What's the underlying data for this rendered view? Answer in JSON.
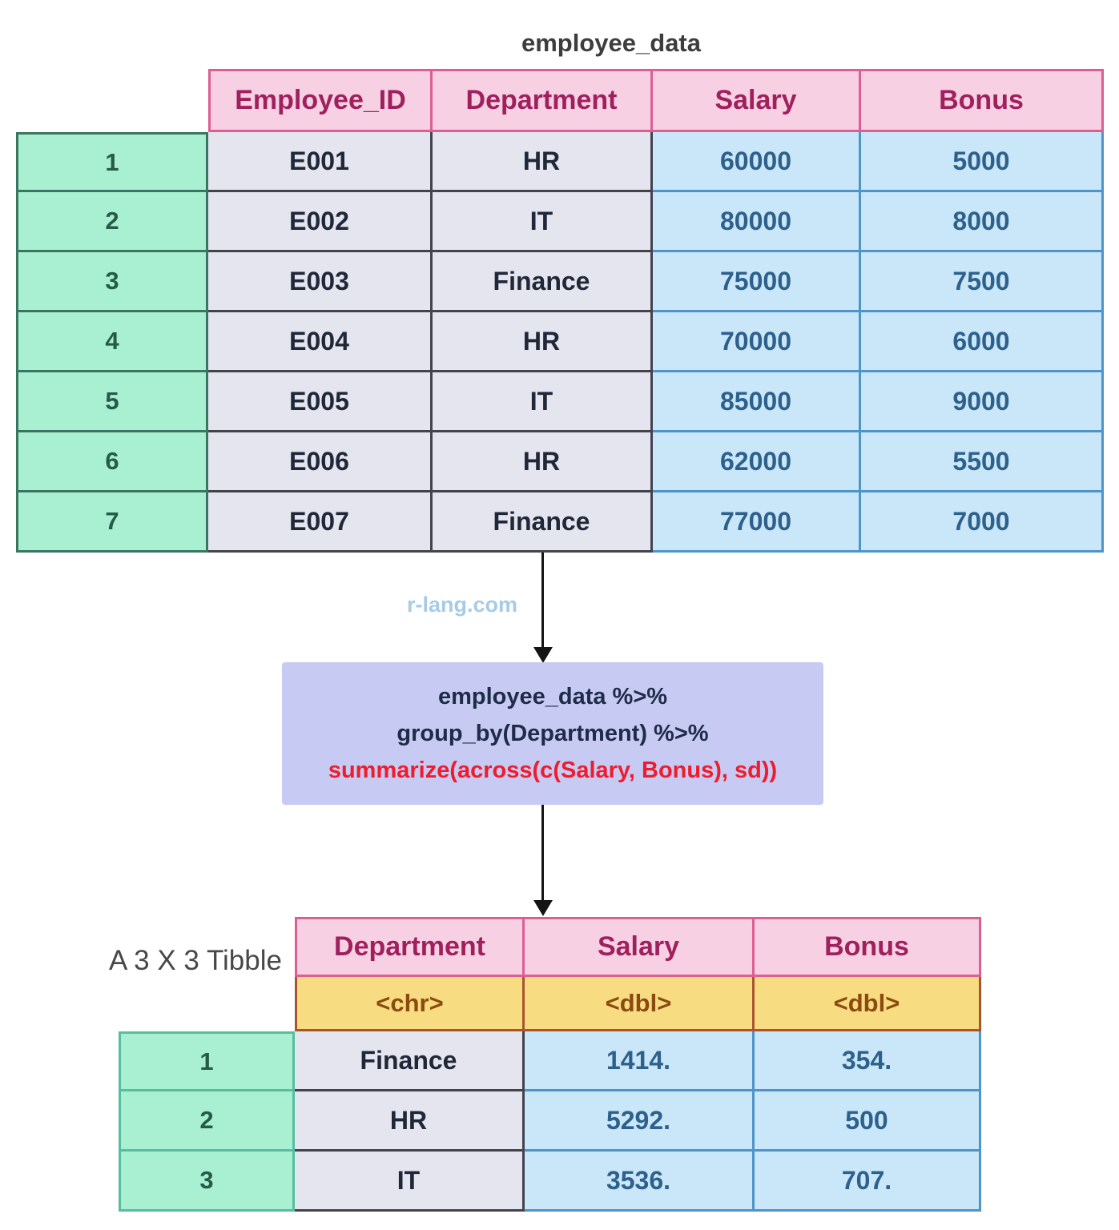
{
  "title": "employee_data",
  "watermark": "r-lang.com",
  "source_table": {
    "columns": [
      "Employee_ID",
      "Department",
      "Salary",
      "Bonus"
    ],
    "rows": [
      {
        "index": "1",
        "cells": [
          "E001",
          "HR",
          "60000",
          "5000"
        ]
      },
      {
        "index": "2",
        "cells": [
          "E002",
          "IT",
          "80000",
          "8000"
        ]
      },
      {
        "index": "3",
        "cells": [
          "E003",
          "Finance",
          "75000",
          "7500"
        ]
      },
      {
        "index": "4",
        "cells": [
          "E004",
          "HR",
          "70000",
          "6000"
        ]
      },
      {
        "index": "5",
        "cells": [
          "E005",
          "IT",
          "85000",
          "9000"
        ]
      },
      {
        "index": "6",
        "cells": [
          "E006",
          "HR",
          "62000",
          "5500"
        ]
      },
      {
        "index": "7",
        "cells": [
          "E007",
          "Finance",
          "77000",
          "7000"
        ]
      }
    ]
  },
  "code_block": {
    "line1": "employee_data %>%",
    "line2": "group_by(Department) %>%",
    "line3": "summarize(across(c(Salary, Bonus), sd))"
  },
  "result_label": "A 3 X 3 Tibble",
  "result_table": {
    "columns": [
      "Department",
      "Salary",
      "Bonus"
    ],
    "types": [
      "<chr>",
      "<dbl>",
      "<dbl>"
    ],
    "rows": [
      {
        "index": "1",
        "cells": [
          "Finance",
          "1414.",
          "354."
        ]
      },
      {
        "index": "2",
        "cells": [
          "HR",
          "5292.",
          "500"
        ]
      },
      {
        "index": "3",
        "cells": [
          "IT",
          "3536.",
          "707."
        ]
      }
    ]
  },
  "colors": {
    "header_pink_bg": "#f7d1e3",
    "header_pink_border": "#dd5e93",
    "header_pink_text": "#a01f5d",
    "index_mint_bg": "#a9f0d3",
    "index_mint_text": "#245c47",
    "char_gray_bg": "#e4e5ee",
    "numeric_blue_bg": "#c9e7f8",
    "numeric_blue_text": "#2e608c",
    "type_yellow_bg": "#f8dc81",
    "type_yellow_text": "#8b4a10",
    "code_box_bg": "#c7caf3",
    "code_text_navy": "#1e2b49",
    "code_text_red": "#ee1c2c",
    "arrow_black": "#141414",
    "watermark_blue": "#a6cbe8"
  }
}
